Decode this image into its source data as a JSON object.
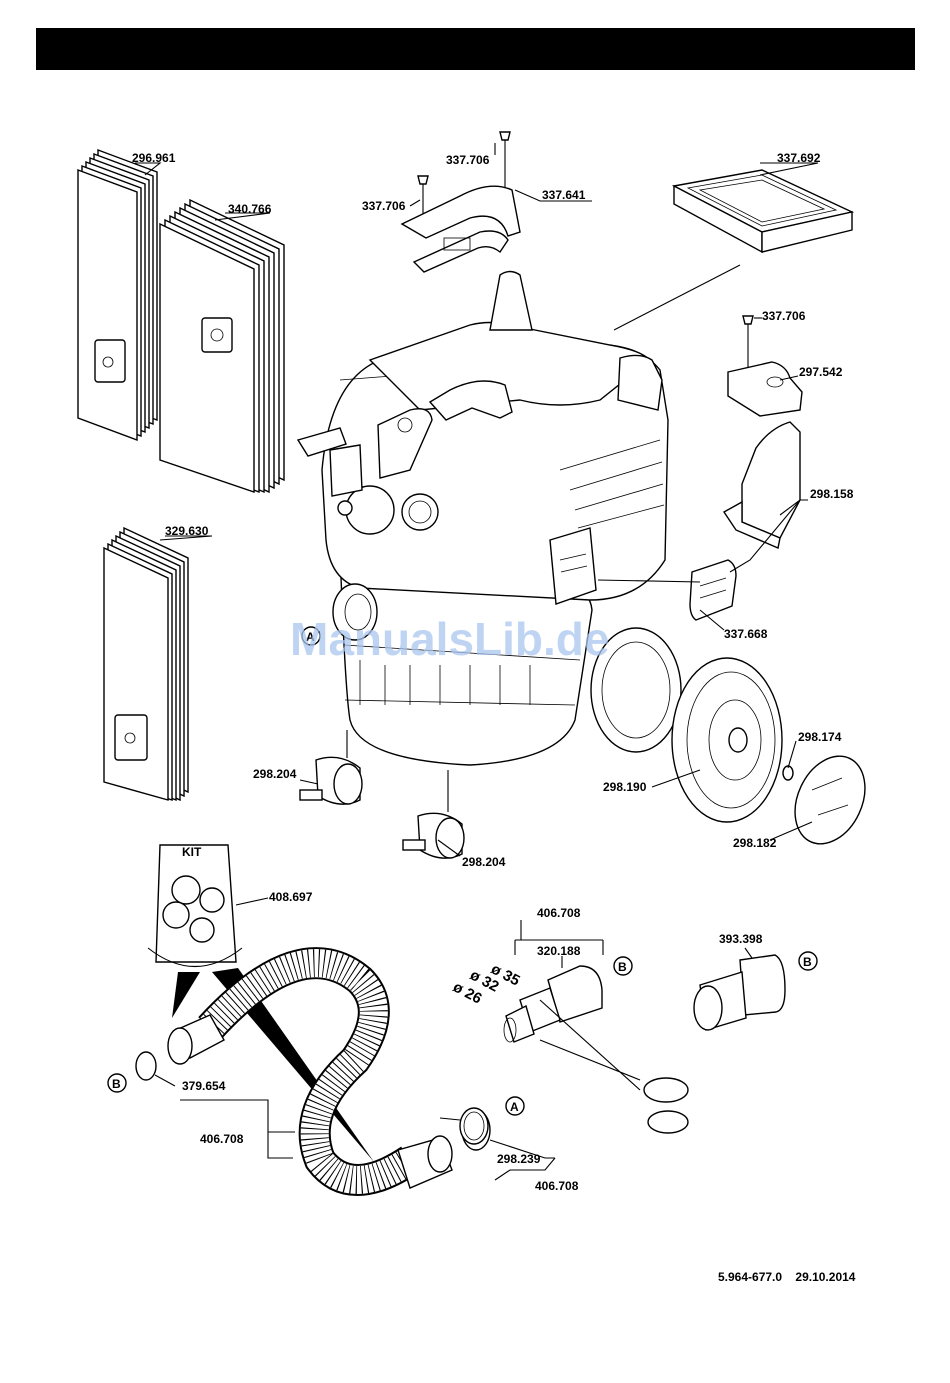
{
  "header": {
    "bar_color": "#000000"
  },
  "watermark": "ManualsLib.de",
  "labels": {
    "p296961": "296.961",
    "p340766": "340.766",
    "p329630": "329.630",
    "p337706a": "337.706",
    "p337706b": "337.706",
    "p337641": "337.641",
    "p337692": "337.692",
    "p337706c": "337.706",
    "p297542": "297.542",
    "p298158": "298.158",
    "p337668": "337.668",
    "p298174": "298.174",
    "p298190": "298.190",
    "p298182": "298.182",
    "p298204a": "298.204",
    "p298204b": "298.204",
    "p408697": "408.697",
    "kit": "KIT",
    "p406708a": "406.708",
    "p320188": "320.188",
    "p393398": "393.398",
    "d35": "ø 35",
    "d32": "ø 32",
    "d26": "ø 26",
    "p379654": "379.654",
    "p406708b": "406.708",
    "p298239": "298.239",
    "p406708c": "406.708",
    "markA1": "A",
    "markA2": "A",
    "markB1": "B",
    "markB2": "B",
    "markB3": "B"
  },
  "footer": {
    "code": "5.964-677.0",
    "date": "29.10.2014"
  }
}
